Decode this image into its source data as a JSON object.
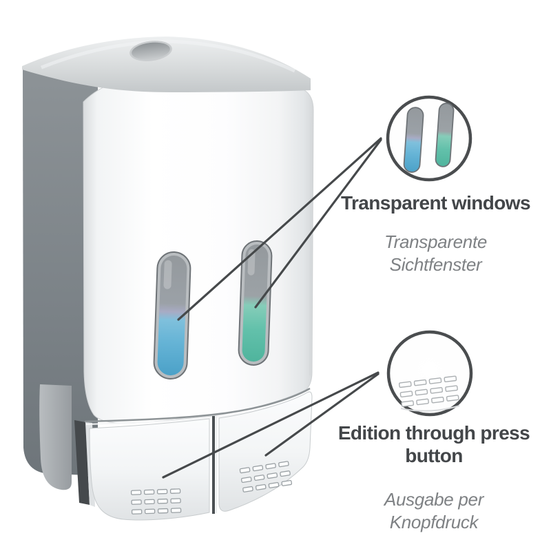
{
  "image_type": "annotated product image",
  "product": {
    "subject": "two-chamber wall soap dispenser with transparent level windows and press buttons"
  },
  "callouts": [
    {
      "id": "transparent-windows",
      "title": "Transparent windows",
      "subtitle": "Transparente Sichtfenster"
    },
    {
      "id": "press-button",
      "title": "Edition through press button",
      "subtitle": "Ausgabe per Knopfdruck"
    }
  ],
  "colors": {
    "background": "#ffffff",
    "annotation_line": "#46494b",
    "callout_circle_stroke": "#4a4d4f",
    "title_text": "#434649",
    "subtitle_text": "#7e8184",
    "liquid_blue": "#55aacd",
    "liquid_teal": "#5bbfa9",
    "body_side_gray": "#7b8287",
    "lid_gray": "#d6d9da",
    "chrome_light": "#f2f4f5"
  }
}
